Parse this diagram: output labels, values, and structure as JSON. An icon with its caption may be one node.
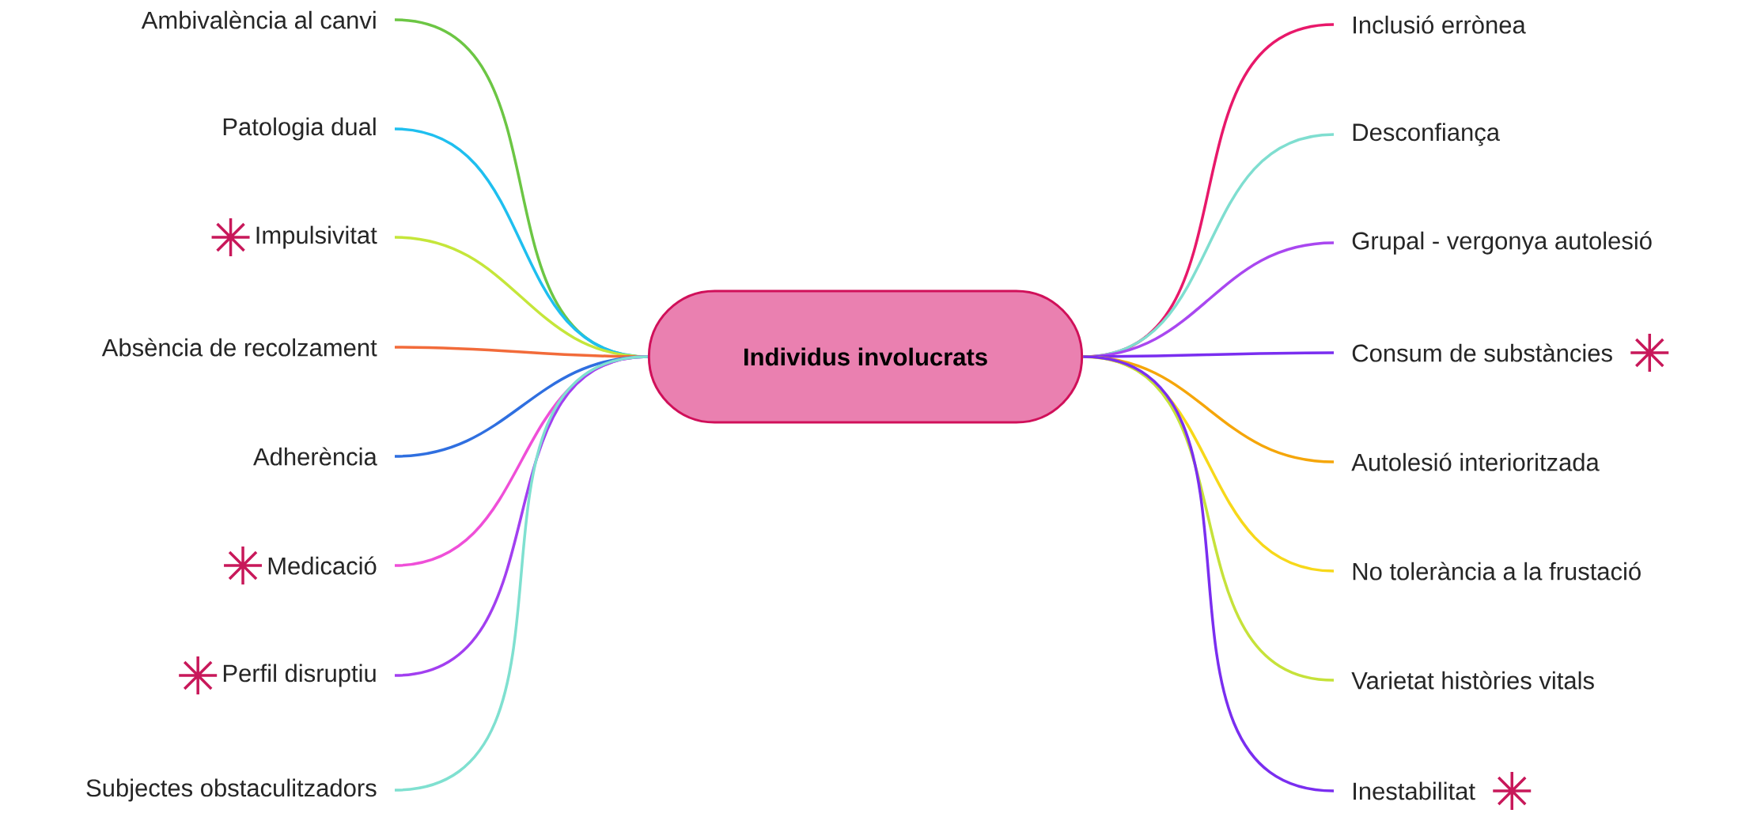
{
  "diagram": {
    "nodes": [
      {
        "text": [
          "Individus involucrats"
        ]
      },
      {
        "text": [
          "Ambivalència al canvi"
        ]
      },
      {
        "text": [
          "Patologia dual"
        ]
      },
      {
        "text": [
          "Impulsivitat"
        ]
      },
      {
        "text": [
          "Absència de recolzament"
        ]
      },
      {
        "text": [
          "Adherència"
        ]
      },
      {
        "text": [
          "Medicació"
        ]
      },
      {
        "text": [
          "Perfil disruptiu"
        ]
      },
      {
        "text": [
          "Subjectes obstaculitzadors"
        ]
      },
      {
        "text": [
          "Inclusió errònea"
        ]
      },
      {
        "text": [
          "Desconfiança"
        ]
      },
      {
        "text": [
          "Grupal - vergonya autolesió"
        ]
      },
      {
        "text": [
          "Consum de substàncies"
        ]
      },
      {
        "text": [
          "Autolesió interioritzada"
        ]
      },
      {
        "text": [
          "No tolerància a la frustació"
        ]
      },
      {
        "text": [
          "Varietat històries vitals"
        ]
      },
      {
        "text": [
          "Inestabilitat"
        ]
      }
    ],
    "edges": [
      {
        "from": 0,
        "to": 1,
        "arrow": "none",
        "color": "#6cc644"
      },
      {
        "from": 0,
        "to": 2,
        "arrow": "none",
        "color": "#1fbfef"
      },
      {
        "from": 0,
        "to": 3,
        "arrow": "none",
        "color": "#c5e63a"
      },
      {
        "from": 0,
        "to": 4,
        "arrow": "none",
        "color": "#f26b3a"
      },
      {
        "from": 0,
        "to": 5,
        "arrow": "none",
        "color": "#2f6fe0"
      },
      {
        "from": 0,
        "to": 6,
        "arrow": "none",
        "color": "#ef4fd8"
      },
      {
        "from": 0,
        "to": 7,
        "arrow": "none",
        "color": "#a23ff0"
      },
      {
        "from": 0,
        "to": 8,
        "arrow": "none",
        "color": "#7fe0d0"
      },
      {
        "from": 0,
        "to": 9,
        "arrow": "none",
        "color": "#e8186a"
      },
      {
        "from": 0,
        "to": 10,
        "arrow": "none",
        "color": "#7fded0"
      },
      {
        "from": 0,
        "to": 11,
        "arrow": "none",
        "color": "#a947f0"
      },
      {
        "from": 0,
        "to": 12,
        "arrow": "none",
        "color": "#7a2ef0"
      },
      {
        "from": 0,
        "to": 13,
        "arrow": "none",
        "color": "#f5a60a"
      },
      {
        "from": 0,
        "to": 14,
        "arrow": "none",
        "color": "#f7d81a"
      },
      {
        "from": 0,
        "to": 15,
        "arrow": "none",
        "color": "#c6e23a"
      },
      {
        "from": 0,
        "to": 16,
        "arrow": "none",
        "color": "#7a2ef0"
      }
    ]
  }
}
